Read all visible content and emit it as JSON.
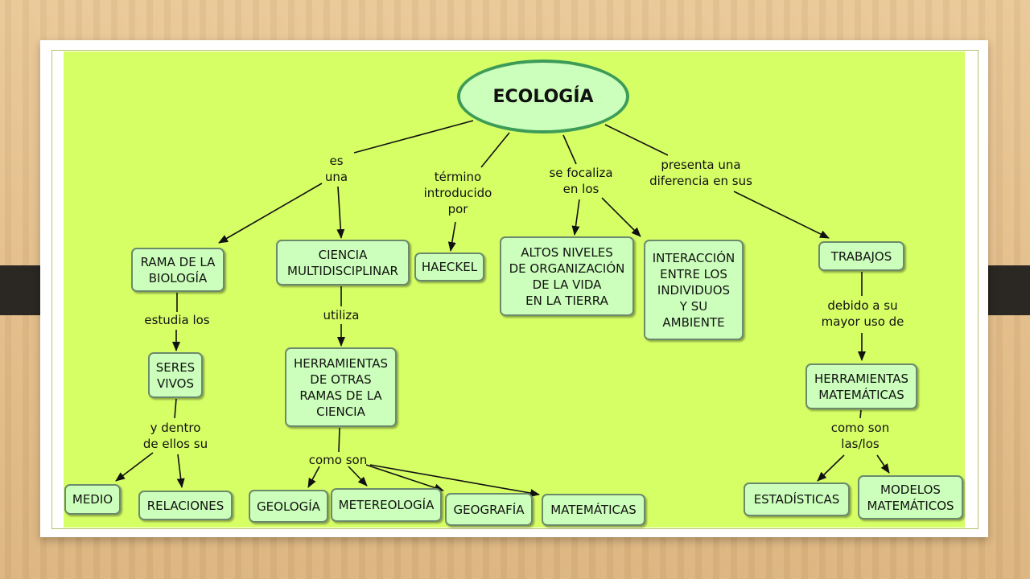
{
  "root": "ECOLOGÍA",
  "nodes": {
    "rama": "RAMA DE LA\nBIOLOGÍA",
    "ciencia": "CIENCIA\nMULTIDISCIPLINAR",
    "haeckel": "HAECKEL",
    "altos": "ALTOS NIVELES\nDE ORGANIZACIÓN\nDE LA VIDA\nEN LA TIERRA",
    "interaccion": "INTERACCIÓN\nENTRE LOS\nINDIVIDUOS\nY SU\nAMBIENTE",
    "trabajos": "TRABAJOS",
    "seres": "SERES\nVIVOS",
    "herr_ciencia": "HERRAMIENTAS\nDE OTRAS\nRAMAS DE LA\nCIENCIA",
    "herr_mat": "HERRAMIENTAS\nMATEMÁTICAS",
    "medio": "MEDIO",
    "relaciones": "RELACIONES",
    "geologia": "GEOLOGÍA",
    "metereologia": "METEREOLOGÍA",
    "geografia": "GEOGRAFÍA",
    "matematicas": "MATEMÁTICAS",
    "estadisticas": "ESTADÍSTICAS",
    "modelos": "MODELOS\nMATEMÁTICOS"
  },
  "links": {
    "es_una": "es\nuna",
    "termino": "término\nintroducido\npor",
    "focaliza": "se focaliza\nen los",
    "presenta": "presenta una\ndiferencia en sus",
    "estudia": "estudia los",
    "utiliza": "utiliza",
    "dentro": "y dentro\nde ellos su",
    "como_son_1": "como son",
    "debido": "debido a su\nmayor uso de",
    "como_son_2": "como son\nlas/los"
  }
}
